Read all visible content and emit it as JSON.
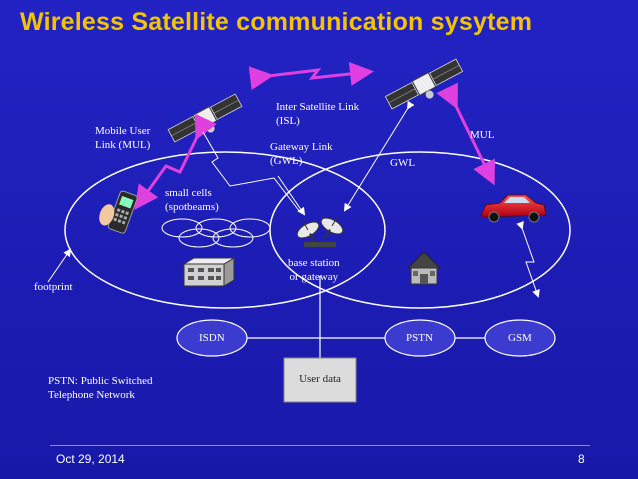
{
  "title": "Wireless Satellite communication sysytem",
  "labels": {
    "isl": "Inter Satellite Link\n(ISL)",
    "mul_left": "Mobile User\nLink (MUL)",
    "gwl_left": "Gateway Link\n(GWL)",
    "gwl_right": "GWL",
    "mul_right": "MUL",
    "small_cells": "small cells\n(spotbeams)",
    "base_station": "base station\nor gateway",
    "footprint": "footprint",
    "pstn_note": "PSTN: Public Switched\nTelephone Network"
  },
  "nodes": {
    "isdn": "ISDN",
    "pstn": "PSTN",
    "gsm": "GSM",
    "user_data": "User data"
  },
  "icons": [
    "satellite-icon",
    "mobile-phone-icon",
    "car-icon",
    "satellite-dish-icon",
    "building-icon",
    "house-icon"
  ],
  "footer": {
    "date": "Oct 29, 2014",
    "page": "8"
  },
  "colors": {
    "background": "#1b1bb0",
    "title": "#f5c400",
    "link_magenta": "#e040e0",
    "node_fill": "#3b3bd0"
  }
}
